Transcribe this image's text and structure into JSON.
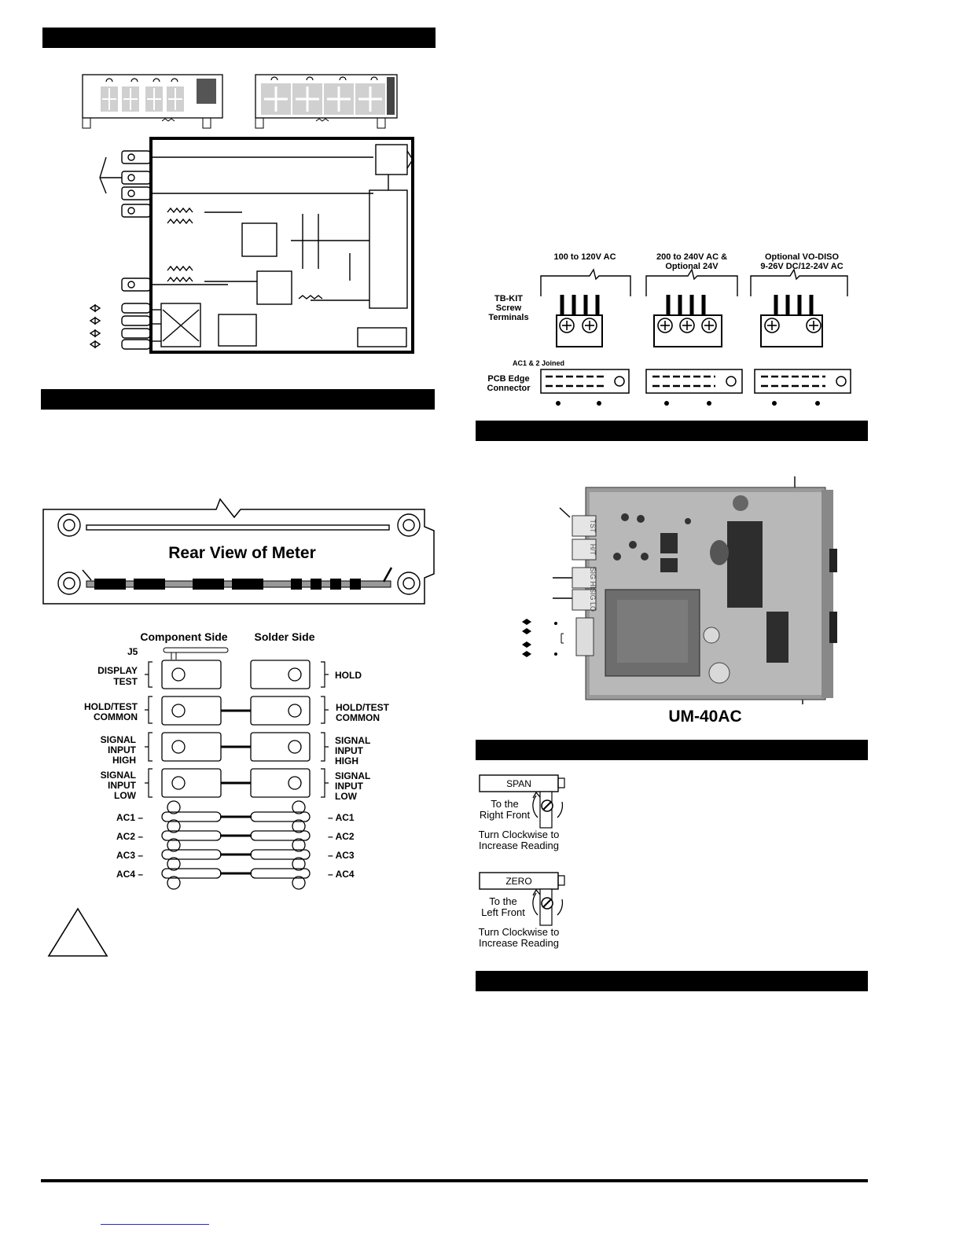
{
  "section_bars": [
    "",
    "",
    "",
    "",
    "",
    ""
  ],
  "rear_view": {
    "title": "Rear View of Meter"
  },
  "connector": {
    "component_side": "Component Side",
    "solder_side": "Solder Side",
    "jumper": "J5",
    "left_labels": [
      [
        "DISPLAY",
        "TEST"
      ],
      [
        "HOLD/TEST",
        "COMMON"
      ],
      [
        "SIGNAL",
        "INPUT",
        "HIGH"
      ],
      [
        "SIGNAL",
        "INPUT",
        "LOW"
      ]
    ],
    "right_labels": [
      [
        "HOLD"
      ],
      [
        "HOLD/TEST",
        "COMMON"
      ],
      [
        "SIGNAL",
        "INPUT",
        "HIGH"
      ],
      [
        "SIGNAL",
        "INPUT",
        "LOW"
      ]
    ],
    "ac_left": [
      "AC1 –",
      "AC2 –",
      "AC3 –",
      "AC4 –"
    ],
    "ac_right": [
      "– AC1",
      "– AC2",
      "– AC3",
      "– AC4"
    ]
  },
  "power": {
    "col1": [
      "100 to 120V AC"
    ],
    "col2": [
      "200 to 240V AC &",
      "Optional 24V"
    ],
    "col3": [
      "Optional VO-DISO",
      "9-26V DC/12-24V AC"
    ],
    "tb_kit": [
      "TB-KIT",
      "Screw",
      "Terminals"
    ],
    "ac_joined": "AC1 & 2 Joined",
    "pcb_edge": [
      "PCB Edge",
      "Connector"
    ]
  },
  "board_photo": {
    "caption": "UM-40AC",
    "pcb_labels": [
      "TST",
      "H/T",
      "SIG HI",
      "SIG LO"
    ]
  },
  "adjust": {
    "span_label": "SPAN",
    "span_location": [
      "To the",
      "Right Front"
    ],
    "span_direction": [
      "Turn Clockwise to",
      "Increase Reading"
    ],
    "zero_label": "ZERO",
    "zero_location": [
      "To the",
      "Left Front"
    ],
    "zero_direction": [
      "Turn Clockwise to",
      "Increase Reading"
    ]
  }
}
